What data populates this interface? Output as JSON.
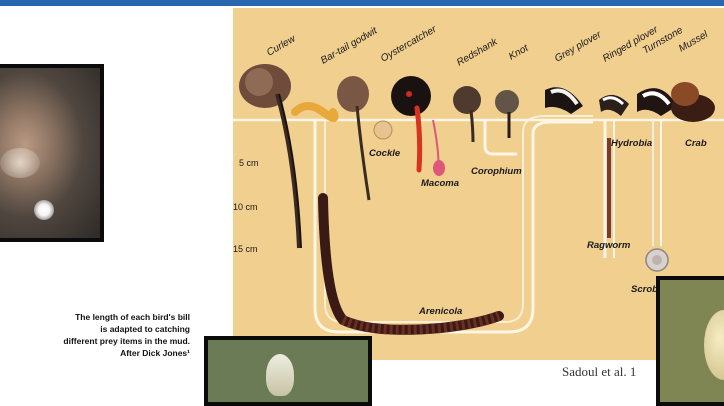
{
  "caption": {
    "line1": "The length of each bird's bill",
    "line2": "is adapted to catching",
    "line3": "different prey items in the mud.",
    "line4": "After Dick Jones¹"
  },
  "credit": "Sadoul et al. 1",
  "figure": {
    "birds": [
      "Curlew",
      "Bar-tail godwit",
      "Oystercatcher",
      "Redshank",
      "Knot",
      "Grey plover",
      "Ringed plover",
      "Turnstone",
      "Mussel"
    ],
    "depths": [
      "5 cm",
      "10 cm",
      "15 cm"
    ],
    "prey": [
      "Cockle",
      "Macoma",
      "Corophium",
      "Hydrobia",
      "Crab",
      "Ragworm",
      "Arenicola",
      "Scrob"
    ]
  },
  "colors": {
    "sand": "#f0cf8f",
    "accent_bar": "#2a67b1"
  }
}
